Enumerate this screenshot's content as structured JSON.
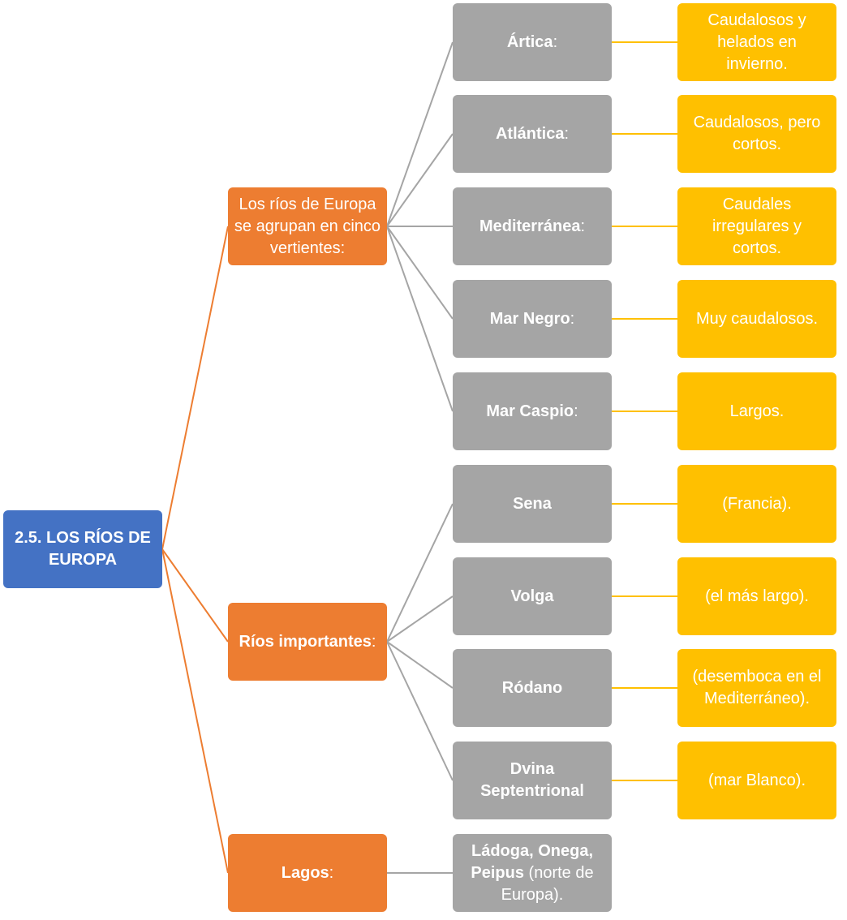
{
  "root": {
    "title": "2.5. LOS RÍOS DE EUROPA"
  },
  "colors": {
    "root": "#4472c4",
    "level1": "#ed7d31",
    "level2": "#a5a5a5",
    "level3": "#ffc000",
    "line_orange": "#ed7d31",
    "line_gray": "#a5a5a5",
    "line_yellow": "#ffc000"
  },
  "vertientes": {
    "label": "Los ríos de Europa se agrupan en cinco vertientes:",
    "items": [
      {
        "name": "Ártica",
        "suffix": ":",
        "desc": "Caudalosos y helados en invierno."
      },
      {
        "name": "Atlántica",
        "suffix": ":",
        "desc": "Caudalosos, pero cortos."
      },
      {
        "name": "Mediterránea",
        "suffix": ":",
        "desc": "Caudales irregulares y cortos."
      },
      {
        "name": "Mar Negro",
        "suffix": ":",
        "desc": "Muy caudalosos."
      },
      {
        "name": "Mar Caspio",
        "suffix": ":",
        "desc": "Largos."
      }
    ]
  },
  "rios": {
    "label_bold": "Ríos importantes",
    "label_suffix": ":",
    "items": [
      {
        "name": "Sena",
        "desc": "(Francia)."
      },
      {
        "name": "Volga",
        "desc": "(el más largo)."
      },
      {
        "name": "Ródano",
        "desc": "(desemboca en el Mediterráneo)."
      },
      {
        "name": "Dvina Septentrional",
        "desc": "(mar Blanco)."
      }
    ]
  },
  "lagos": {
    "label_bold": "Lagos",
    "label_suffix": ":",
    "item_bold": "Ládoga, Onega, Peipus",
    "item_rest": " (norte de Europa)."
  }
}
